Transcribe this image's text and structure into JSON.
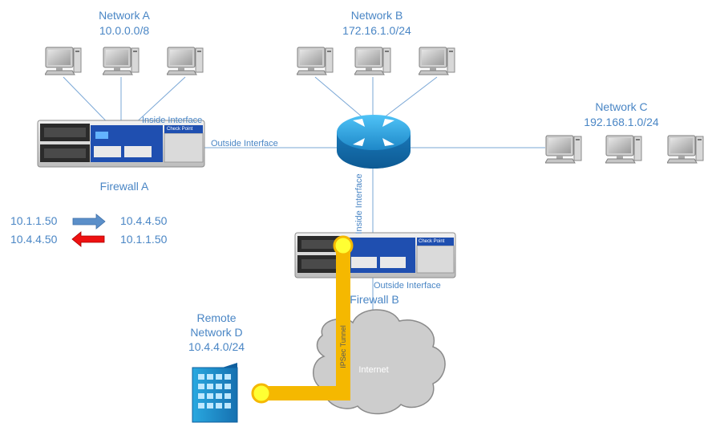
{
  "networks": {
    "a": {
      "name": "Network A",
      "subnet": "10.0.0.0/8"
    },
    "b": {
      "name": "Network B",
      "subnet": "172.16.1.0/24"
    },
    "c": {
      "name": "Network C",
      "subnet": "192.168.1.0/24"
    },
    "d": {
      "line1": "Remote",
      "line2": "Network D",
      "subnet": "10.4.4.0/24"
    }
  },
  "firewalls": {
    "a": {
      "name": "Firewall A",
      "inside": "Inside Interface",
      "outside": "Outside Interface",
      "brand": "Check Point"
    },
    "b": {
      "name": "Firewall B",
      "inside": "Inside Interface",
      "outside": "Outside Interface",
      "brand": "Check Point"
    }
  },
  "tunnel": {
    "label": "IPSec Tunnel",
    "color": "#f5b800",
    "endpoint_color": "#ffff33"
  },
  "internet": {
    "label": "Internet"
  },
  "flows": [
    {
      "src": "10.1.1.50",
      "dst": "10.4.4.50",
      "direction": "right",
      "color": "#5b8fc9"
    },
    {
      "src": "10.4.4.50",
      "dst": "10.1.1.50",
      "direction": "left",
      "color": "#ee1111"
    }
  ],
  "colors": {
    "label": "#4a86c5",
    "line": "#7aa7d6",
    "router": "#1e88c8"
  }
}
